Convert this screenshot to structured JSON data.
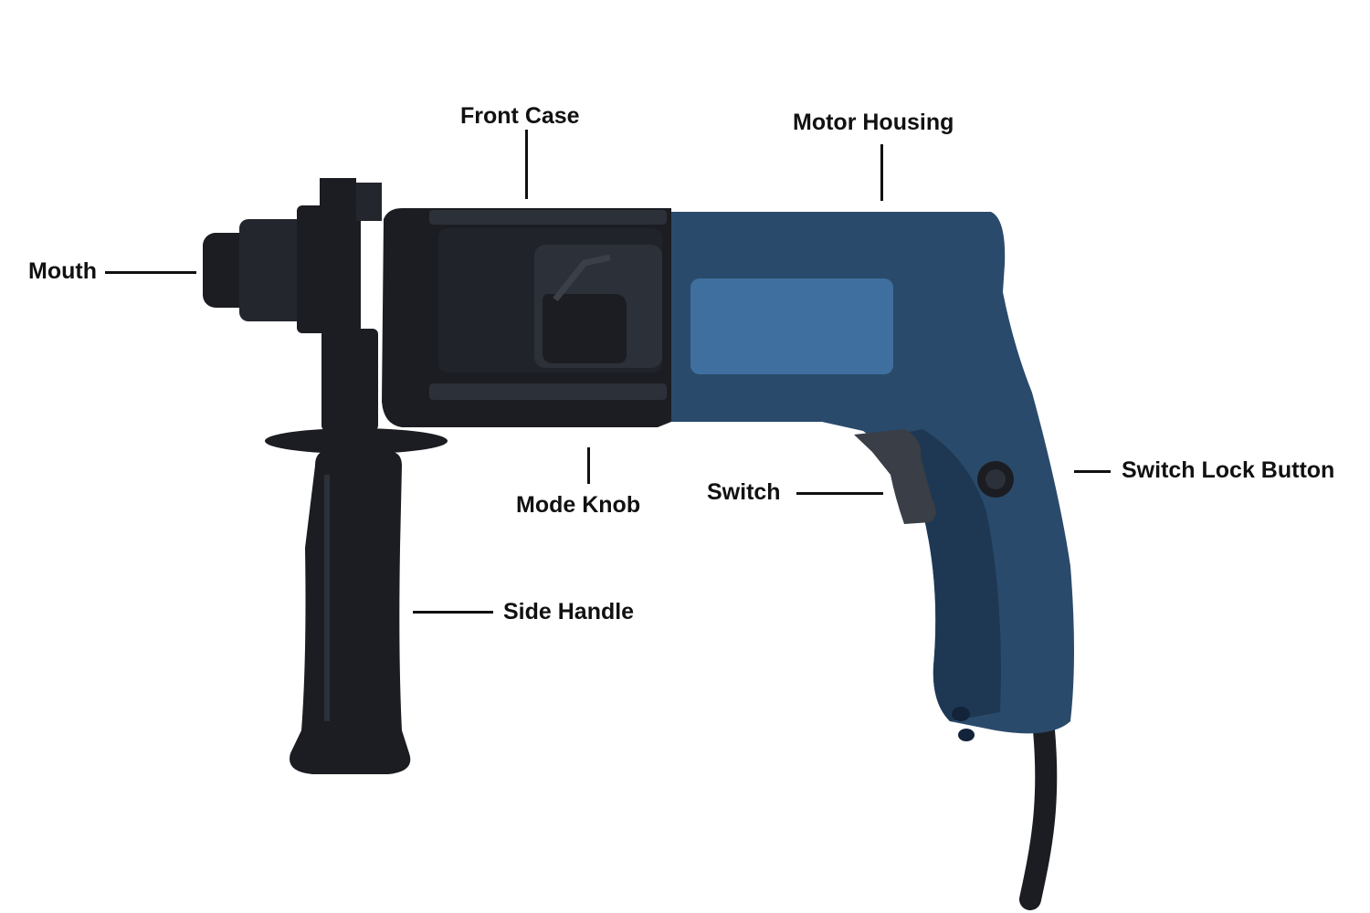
{
  "labels": {
    "front_case": "Front Case",
    "motor_housing": "Motor Housing",
    "mouth": "Mouth",
    "mode_knob": "Mode Knob",
    "switch": "Switch",
    "switch_lock_button": "Switch Lock Button",
    "side_handle": "Side Handle"
  },
  "colors": {
    "body_black": "#1b1d22",
    "body_black_highlight": "#2c3038",
    "housing_blue": "#2a4a6b",
    "housing_blue_dark": "#1e3853",
    "panel_blue": "#3f6f9e",
    "label_text": "#111111"
  }
}
